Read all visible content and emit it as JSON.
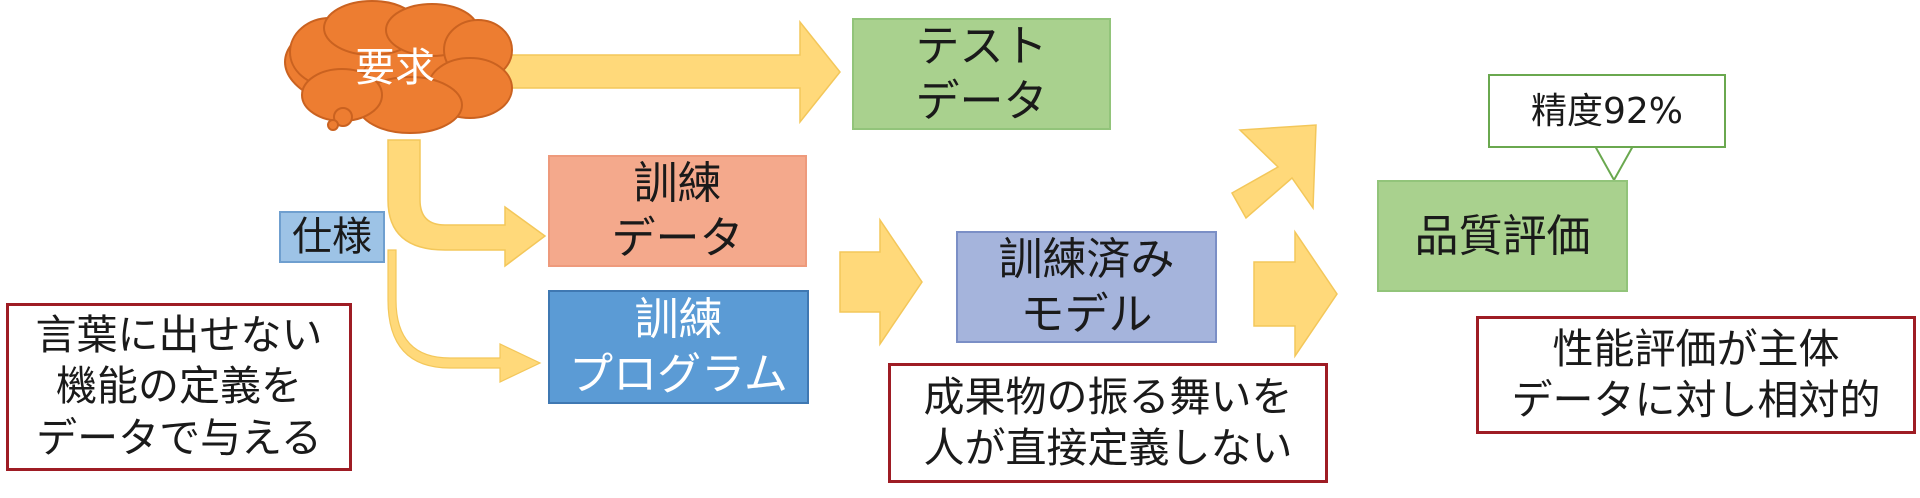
{
  "nodes": {
    "requirement": "要求",
    "test_data": "テスト\nデータ",
    "spec": "仕様",
    "training_data": "訓練\nデータ",
    "training_program": "訓練\nプログラム",
    "trained_model": "訓練済み\nモデル",
    "quality_eval": "品質評価",
    "accuracy": "精度92%"
  },
  "notes": {
    "left": "言葉に出せない\n機能の定義を\nデータで与える",
    "middle": "成果物の振る舞いを\n人が直接定義しない",
    "right": "性能評価が主体\nデータに対し相対的"
  },
  "colors": {
    "cloud": "#ed7d31",
    "arrow": "#ffd97a",
    "green": "#a9d18e",
    "salmon": "#f4a98c",
    "blue": "#5b9bd5",
    "lavender": "#a5b4dc",
    "note_border": "#9e1c24"
  }
}
